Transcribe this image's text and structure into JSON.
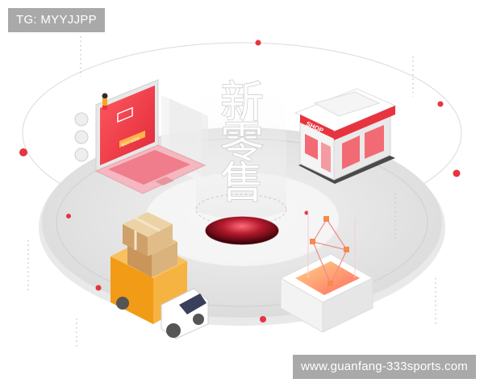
{
  "badge": {
    "text": "TG: MYYJJPP"
  },
  "watermark": {
    "text": "www.guanfang-333sports.com"
  },
  "title": {
    "chars": [
      "新",
      "零",
      "售"
    ]
  },
  "store": {
    "sign": "SHOP"
  },
  "laptop": {
    "screen_button": "BUY NOW"
  },
  "colors": {
    "accent_red": "#e8343f",
    "truck_yellow": "#f5a623",
    "box_tan": "#d9b27c",
    "ring_gray": "#e6e6e6"
  },
  "icons": [
    "laptop-icon",
    "shop-icon",
    "truck-icon",
    "box-icon",
    "network-icon",
    "portal-icon",
    "coin-icon",
    "person-icon"
  ]
}
